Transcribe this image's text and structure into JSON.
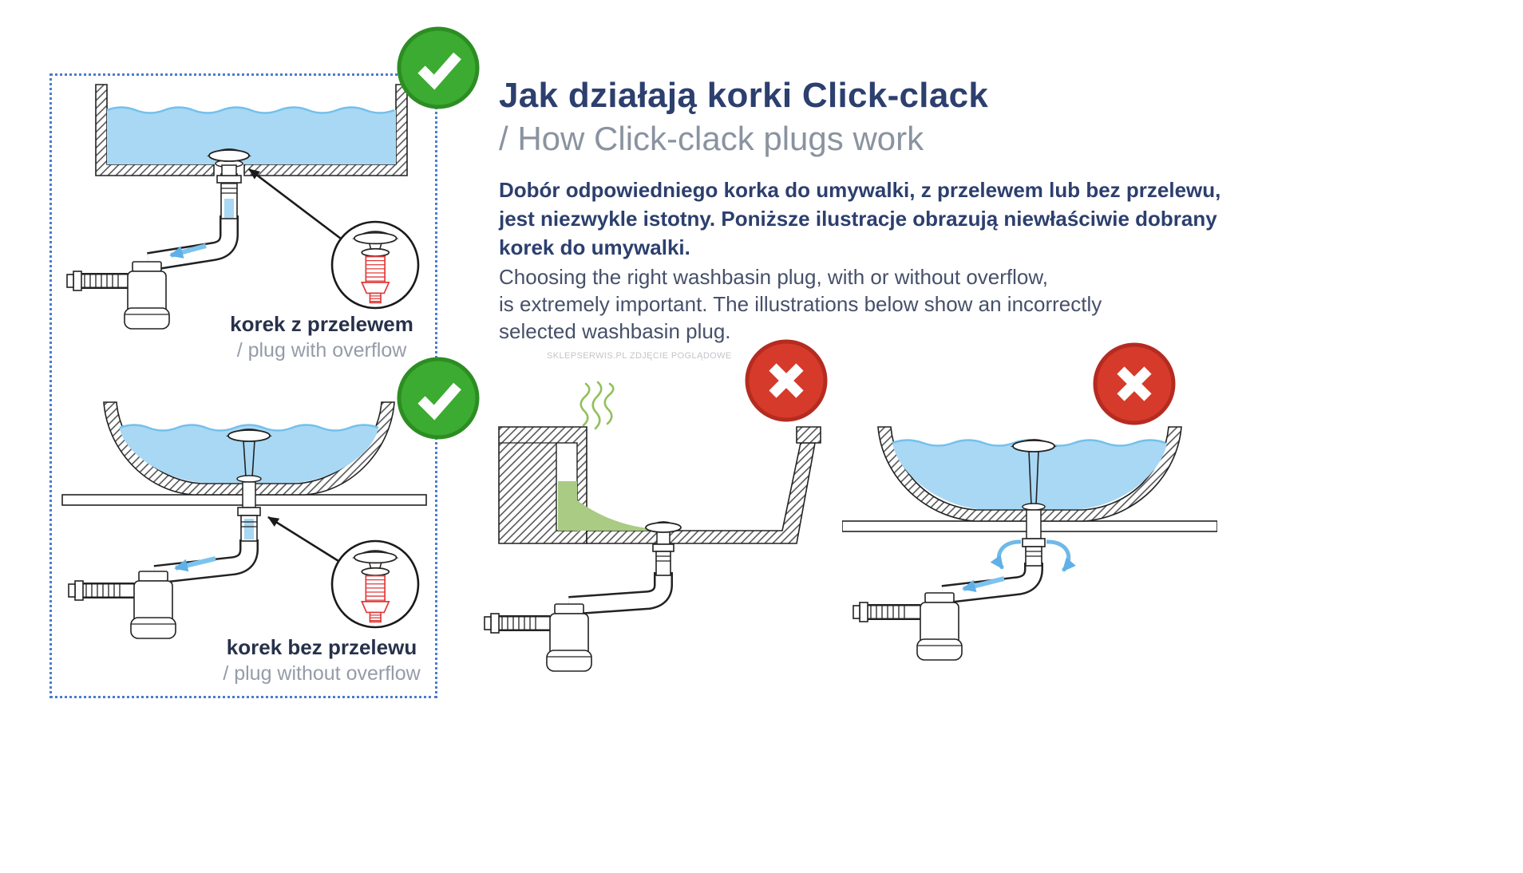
{
  "header": {
    "title": "Jak działają korki Click-clack",
    "subtitle": "/ How Click-clack plugs work"
  },
  "intro": {
    "pl": [
      "Dobór odpowiedniego korka do umywalki, z przelewem lub bez przelewu,",
      "jest niezwykle istotny. Poniższe ilustracje obrazują niewłaściwie dobrany",
      "korek do umywalki."
    ],
    "en": [
      "Choosing the right washbasin plug, with or without overflow,",
      "is extremely important. The illustrations below show an incorrectly",
      "selected washbasin plug."
    ]
  },
  "watermark": "SKLEPSERWIS.PL ZDJĘCIE POGLĄDOWE",
  "panels": {
    "with_overflow": {
      "label_pl": "korek z przelewem",
      "label_en": "/ plug with overflow",
      "status": "correct",
      "status_icon": "check-icon"
    },
    "without_overflow": {
      "label_pl": "korek bez przelewu",
      "label_en": "/ plug without overflow",
      "status": "correct",
      "status_icon": "check-icon"
    },
    "overflow_sink_wrong_plug": {
      "status": "incorrect",
      "status_icon": "x-icon"
    },
    "vessel_sink_wrong_plug": {
      "status": "incorrect",
      "status_icon": "x-icon"
    }
  },
  "colors": {
    "title_navy": "#2c3f6e",
    "subtitle_gray": "#8a93a0",
    "body_text": "#46506a",
    "caption_secondary": "#959ca8",
    "correct_green": "#3cab31",
    "incorrect_red": "#d63a2b",
    "water_blue": "#a8d8f4",
    "overflow_smell_green": "#a9cb83",
    "dotted_border_blue": "#4a7dc9",
    "plug_detail_red": "#e03a3a"
  }
}
